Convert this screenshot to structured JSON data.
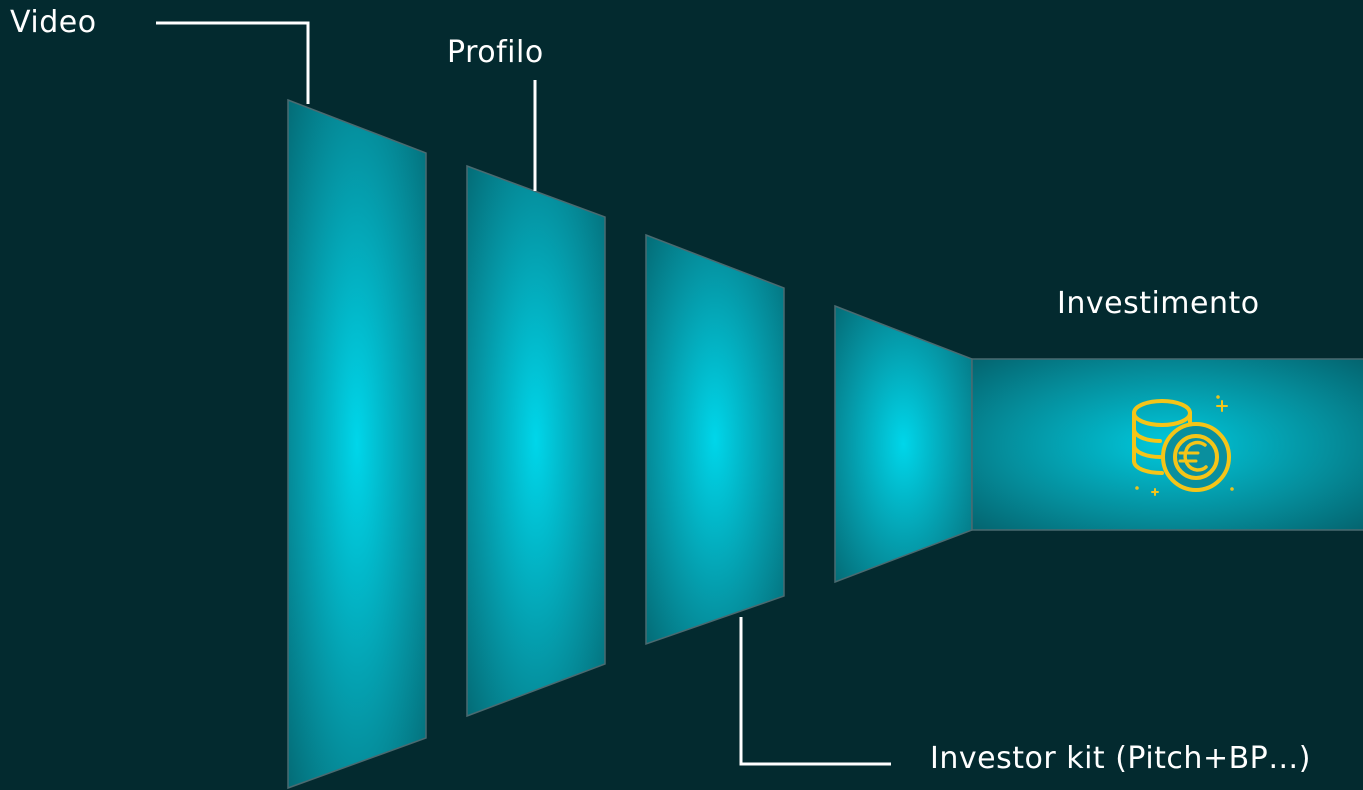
{
  "diagram": {
    "stages": [
      {
        "label": "Video"
      },
      {
        "label": "Profilo"
      },
      {
        "label": "Investor kit (Pitch+BP…)"
      },
      {
        "label": ""
      },
      {
        "label": "Investimento",
        "icon": "euro-coins-icon"
      }
    ]
  },
  "colors": {
    "background": "#032a2f",
    "panel_center": "#00d6ea",
    "panel_edge": "#04656f",
    "panel_border": "#4a6a70",
    "connector": "#ffffff",
    "icon": "#f5c518"
  }
}
